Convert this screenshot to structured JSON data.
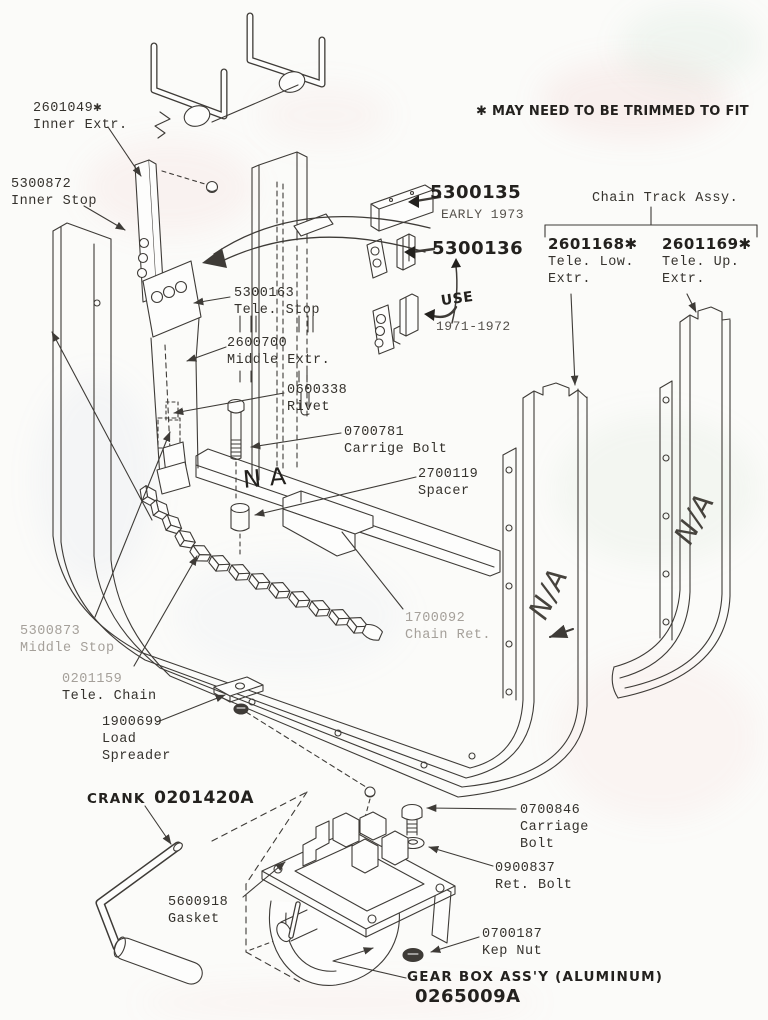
{
  "notes": {
    "trim": "✱ MAY NEED TO BE TRIMMED TO FIT",
    "assy": "Chain Track Assy.",
    "early": "EARLY 1973",
    "use": "USE",
    "years": "1971-1972",
    "na_rail_left": "N/A",
    "na_rail_right": "N/A",
    "na_bar": "N A"
  },
  "labels": {
    "inner_extr": {
      "num": "2601049✱",
      "l1": "Inner Extr."
    },
    "inner_stop": {
      "num": "5300872",
      "l1": "Inner Stop"
    },
    "bracket_early": {
      "num": "5300135"
    },
    "bracket_late": {
      "num": "5300136"
    },
    "tele_low_extr": {
      "num": "2601168✱",
      "l1": "Tele. Low.",
      "l2": "Extr."
    },
    "tele_up_extr": {
      "num": "2601169✱",
      "l1": "Tele. Up.",
      "l2": "Extr."
    },
    "tele_stop": {
      "num": "5300163",
      "l1": "Tele. Stop"
    },
    "middle_extr": {
      "num": "2600700",
      "l1": "Middle Extr."
    },
    "rivet": {
      "num": "0600338",
      "l1": "Rivet"
    },
    "carrige_bolt": {
      "num": "0700781",
      "l1": "Carrige Bolt"
    },
    "spacer": {
      "num": "2700119",
      "l1": "Spacer"
    },
    "chain_ret": {
      "num": "1700092",
      "l1": "Chain Ret."
    },
    "middle_stop": {
      "num": "5300873",
      "l1": "Middle Stop"
    },
    "tele_chain": {
      "num": "0201159",
      "l1": "Tele. Chain"
    },
    "load_spreader": {
      "num": "1900699",
      "l1": "Load",
      "l2": "Spreader"
    },
    "crank": {
      "name": "CRANK",
      "num": "0201420A"
    },
    "gasket": {
      "num": "5600918",
      "l1": "Gasket"
    },
    "carriage_bolt": {
      "num": "0700846",
      "l1": "Carriage",
      "l2": "Bolt"
    },
    "ret_bolt": {
      "num": "0900837",
      "l1": "Ret. Bolt"
    },
    "kep_nut": {
      "num": "0700187",
      "l1": "Kep Nut"
    },
    "gear_box": {
      "name": "GEAR BOX ASS'Y (ALUMINUM)",
      "num": "0265009A"
    }
  },
  "colors": {
    "ink": "#3e3b37",
    "faded_ink": "#a5a09a",
    "handwriting": "#23211e",
    "paper": "#fbfbf9"
  }
}
